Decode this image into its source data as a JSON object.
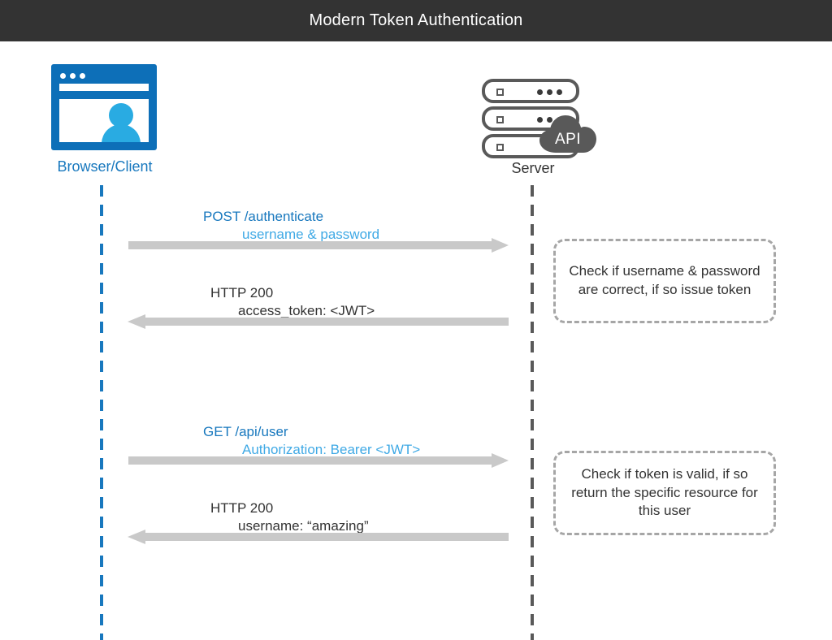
{
  "header": {
    "title": "Modern Token Authentication"
  },
  "colors": {
    "header_bg": "#333333",
    "header_text": "#ffffff",
    "client_blue": "#1878be",
    "client_blue_light": "#3fa9e5",
    "browser_frame": "#0d6fb8",
    "avatar": "#29abe2",
    "server_gray": "#595959",
    "arrow_gray": "#c9c9c9",
    "note_border": "#a6a6a6",
    "body_text": "#333333",
    "background": "#ffffff"
  },
  "actors": [
    {
      "id": "client",
      "label": "Browser/Client",
      "icon": "browser-window-icon",
      "lifeline_style": "dashed",
      "lifeline_color": "#1878be"
    },
    {
      "id": "server",
      "label": "Server",
      "icon": "server-rack-icon",
      "badge": "API",
      "badge_icon": "cloud-icon",
      "lifeline_style": "dashed",
      "lifeline_color": "#595959"
    }
  ],
  "messages": [
    {
      "id": "msg-1",
      "direction": "client-to-server",
      "line1": "POST /authenticate",
      "line2": "username & password",
      "line1_color": "#1878be",
      "line2_color": "#3fa9e5"
    },
    {
      "id": "msg-2",
      "direction": "server-to-client",
      "line1": "HTTP 200",
      "line2": "access_token: <JWT>",
      "line1_color": "#333333",
      "line2_color": "#333333"
    },
    {
      "id": "msg-3",
      "direction": "client-to-server",
      "line1": "GET /api/user",
      "line2": "Authorization: Bearer <JWT>",
      "line1_color": "#1878be",
      "line2_color": "#3fa9e5"
    },
    {
      "id": "msg-4",
      "direction": "server-to-client",
      "line1": "HTTP 200",
      "line2": "username: “amazing”",
      "line1_color": "#333333",
      "line2_color": "#333333"
    }
  ],
  "notes": [
    {
      "id": "note-1",
      "text": "Check if username & password are correct, if so issue token"
    },
    {
      "id": "note-2",
      "text": "Check if token is valid, if so return the specific resource for this user"
    }
  ]
}
